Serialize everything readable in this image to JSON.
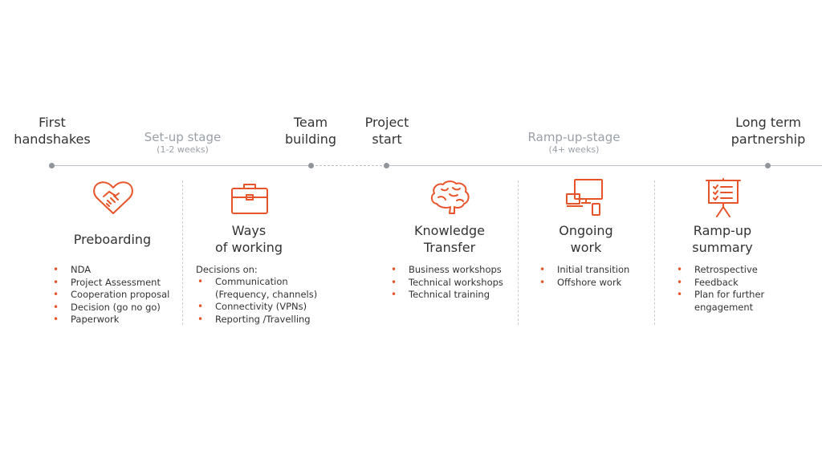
{
  "milestones": {
    "first": "First\nhandshakes",
    "team": "Team\nbuilding",
    "project": "Project\nstart",
    "long": "Long term\npartnership"
  },
  "stages": {
    "setup": {
      "label": "Set-up stage",
      "sub": "(1-2 weeks)"
    },
    "rampup": {
      "label": "Ramp-up-stage",
      "sub": "(4+ weeks)"
    }
  },
  "accent": "#e8542a",
  "columns": {
    "preboarding": {
      "icon": "handshake-heart-icon",
      "title": "Preboarding",
      "items": [
        "NDA",
        "Project Assessment",
        "Cooperation proposal",
        "Decision (go no go)",
        "Paperwork"
      ]
    },
    "ways": {
      "icon": "briefcase-icon",
      "title": "Ways\nof working",
      "lead": "Decisions on:",
      "items": [
        "Communication\n(Frequency, channels)",
        "Connectivity (VPNs)",
        "Reporting /Travelling"
      ]
    },
    "knowledge": {
      "icon": "brain-icon",
      "title": "Knowledge\nTransfer",
      "items": [
        "Business workshops",
        "Technical workshops",
        "Technical training"
      ]
    },
    "ongoing": {
      "icon": "devices-icon",
      "title": "Ongoing\nwork",
      "items": [
        "Initial transition",
        "Offshore work"
      ]
    },
    "rampup": {
      "icon": "presentation-board-icon",
      "title": "Ramp-up\nsummary",
      "items": [
        "Retrospective",
        "Feedback",
        "Plan for further\nengagement"
      ]
    }
  }
}
